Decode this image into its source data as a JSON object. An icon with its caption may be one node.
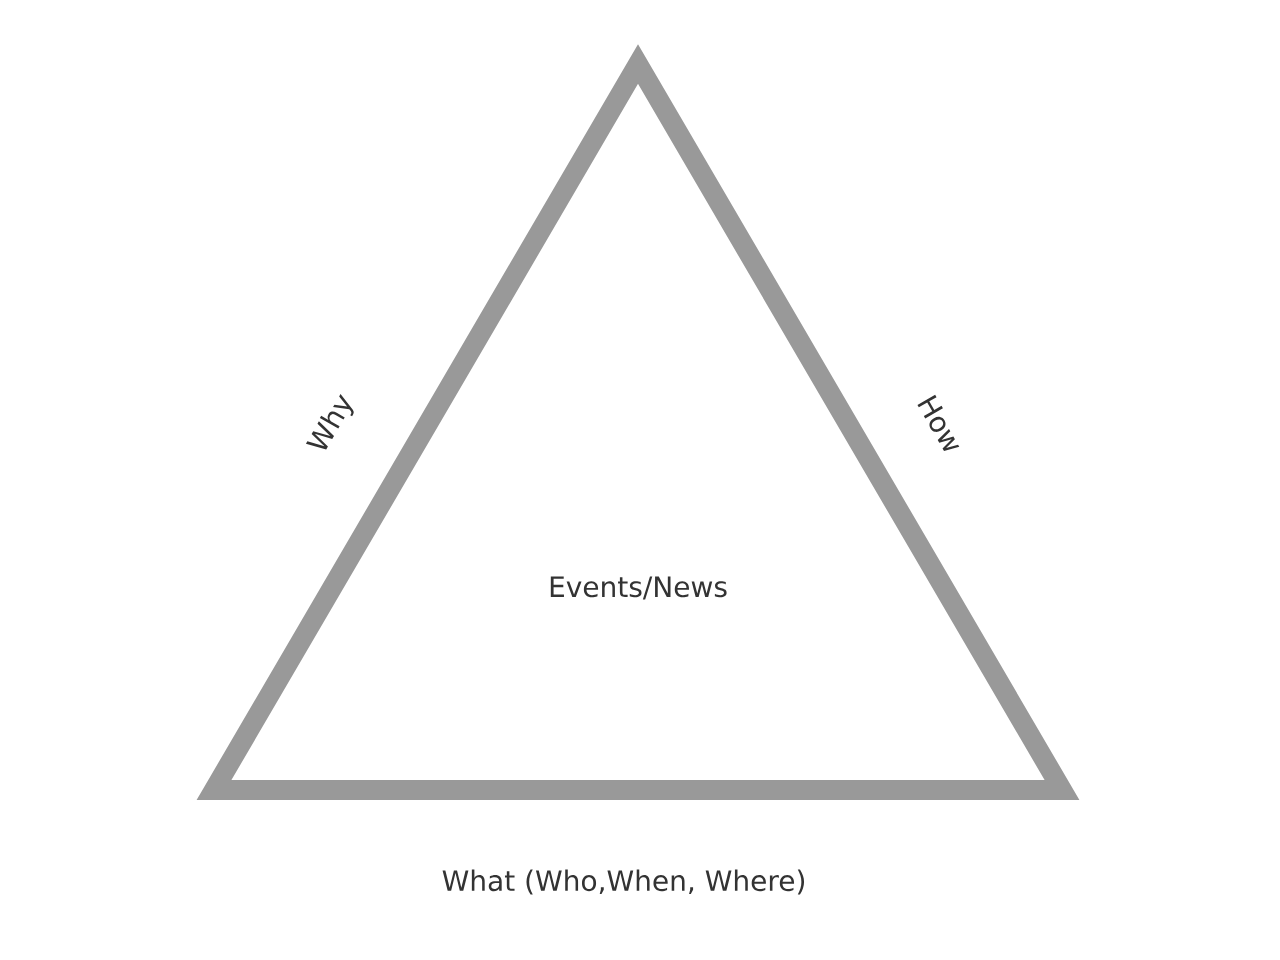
{
  "diagram": {
    "nodes": [
      {
        "text": [
          "Events/News"
        ]
      }
    ],
    "edges": [],
    "labels": [
      "Why",
      "How",
      "What (Who,When, Where)"
    ]
  }
}
